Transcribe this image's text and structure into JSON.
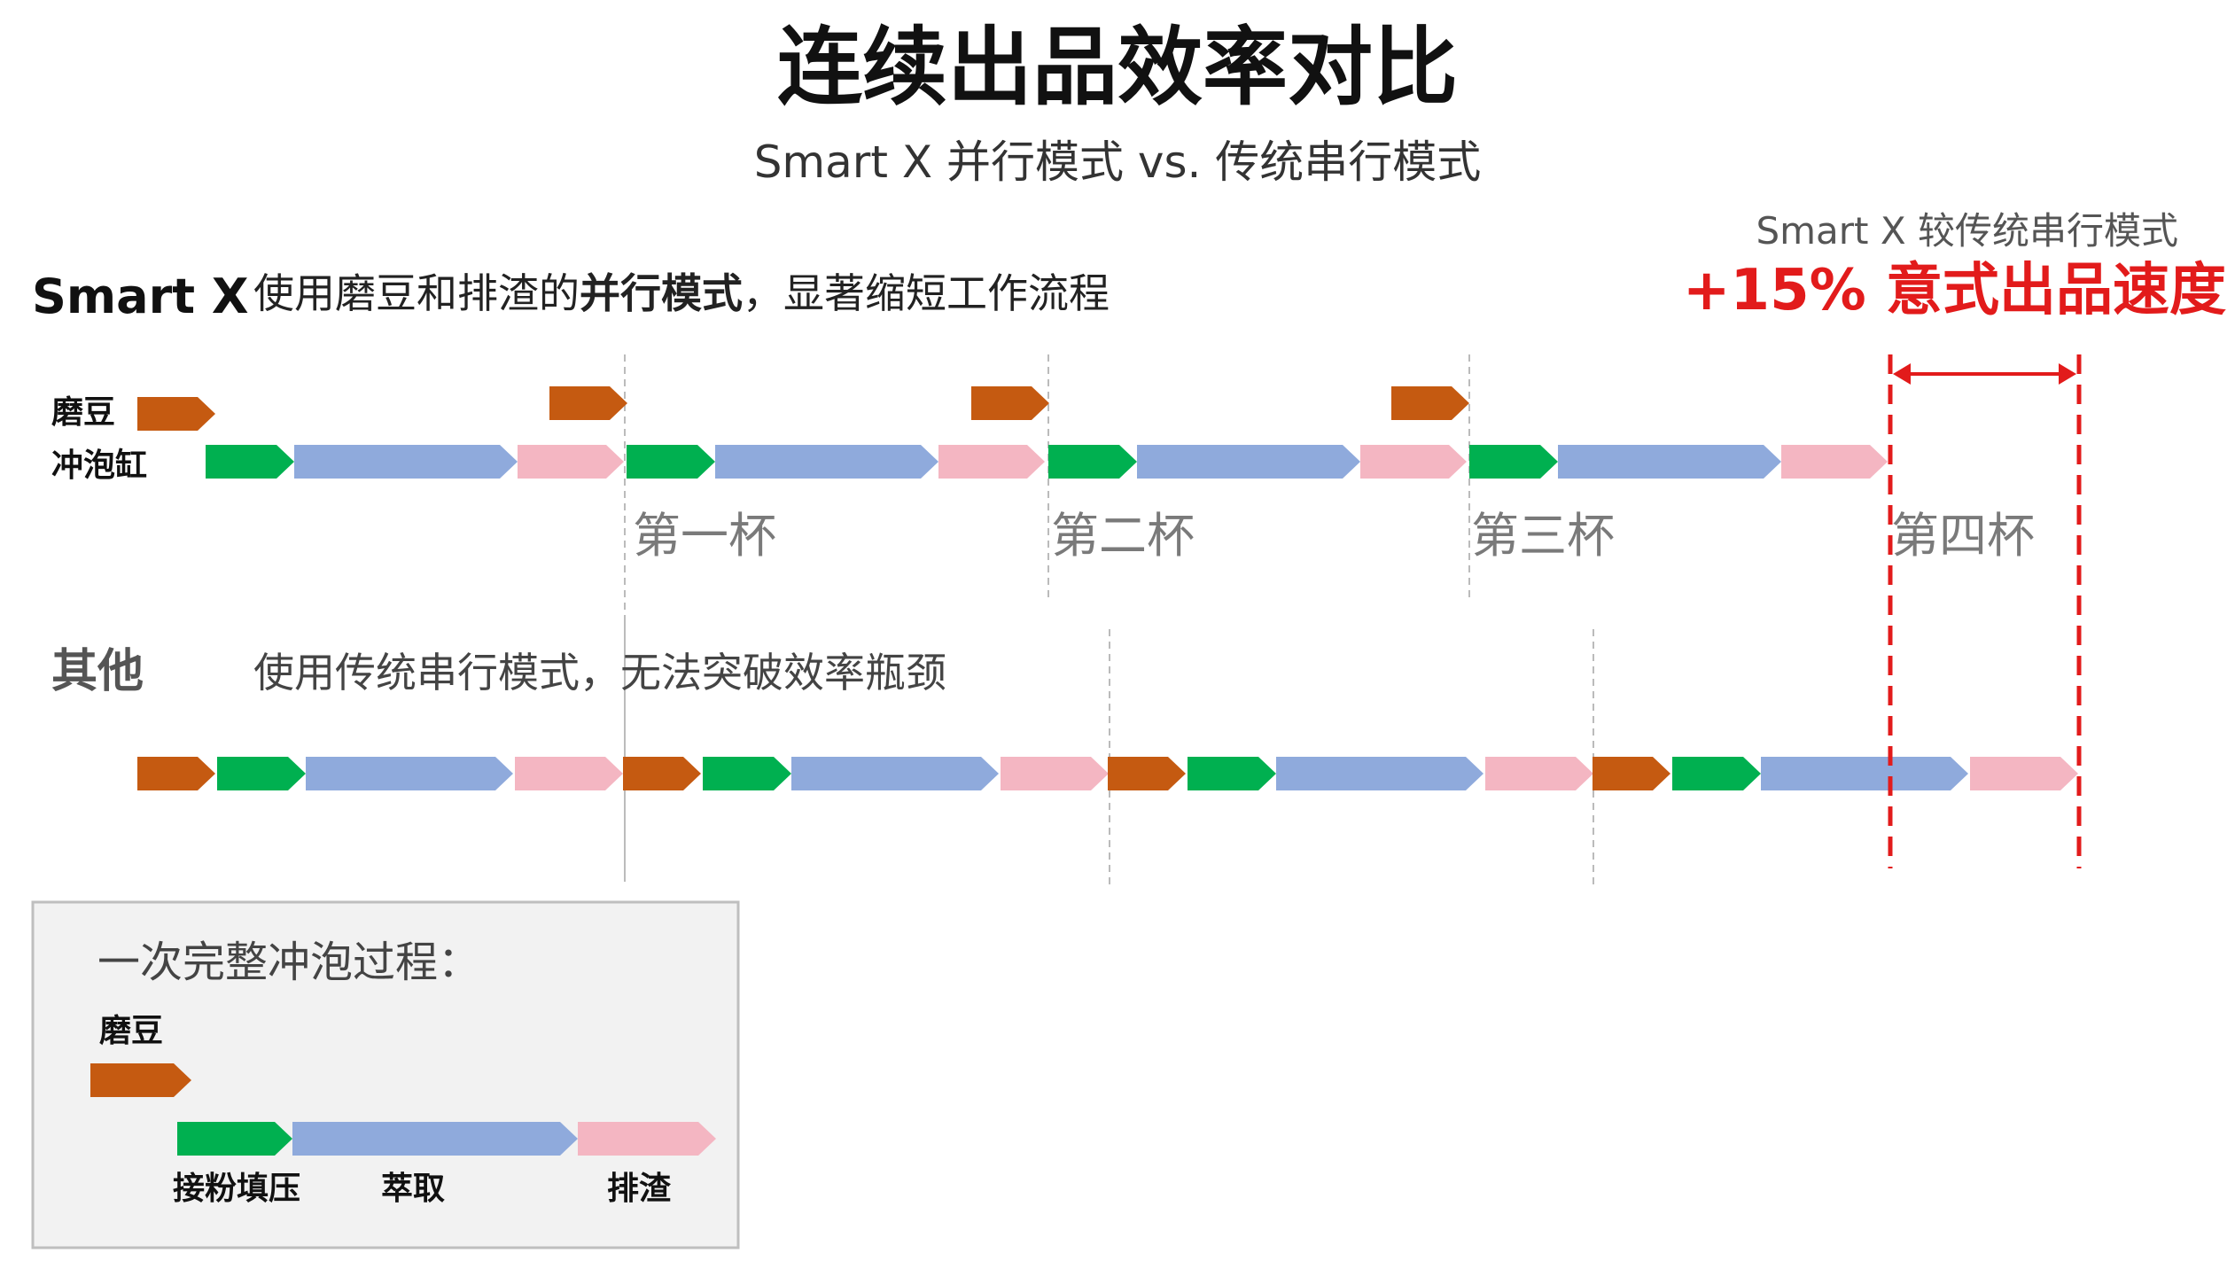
{
  "title": "连续出品效率对比",
  "subtitle": "Smart X 并行模式 vs. 传统串行模式",
  "highlight": {
    "caption": "Smart X 较传统串行模式",
    "headline": "+15% 意式出品速度"
  },
  "smartx": {
    "label": "Smart X",
    "desc_pre": "使用磨豆和排渣的",
    "desc_bold": "并行模式",
    "desc_post": "，显著缩短工作流程",
    "row_grind": "磨豆",
    "row_brew": "冲泡缸",
    "cups": [
      "第一杯",
      "第二杯",
      "第三杯",
      "第四杯"
    ]
  },
  "other": {
    "label": "其他",
    "desc": "使用传统串行模式，无法突破效率瓶颈"
  },
  "legend": {
    "title": "一次完整冲泡过程：",
    "grind": "磨豆",
    "stage_fill": "接粉填压",
    "stage_extract": "萃取",
    "stage_waste": "排渣"
  },
  "colors": {
    "grind": "#c55a11",
    "fill": "#00b050",
    "extract": "#8faadc",
    "waste": "#f4b6c2",
    "accent": "#e21b1b",
    "guide": "#bbbbbb"
  }
}
